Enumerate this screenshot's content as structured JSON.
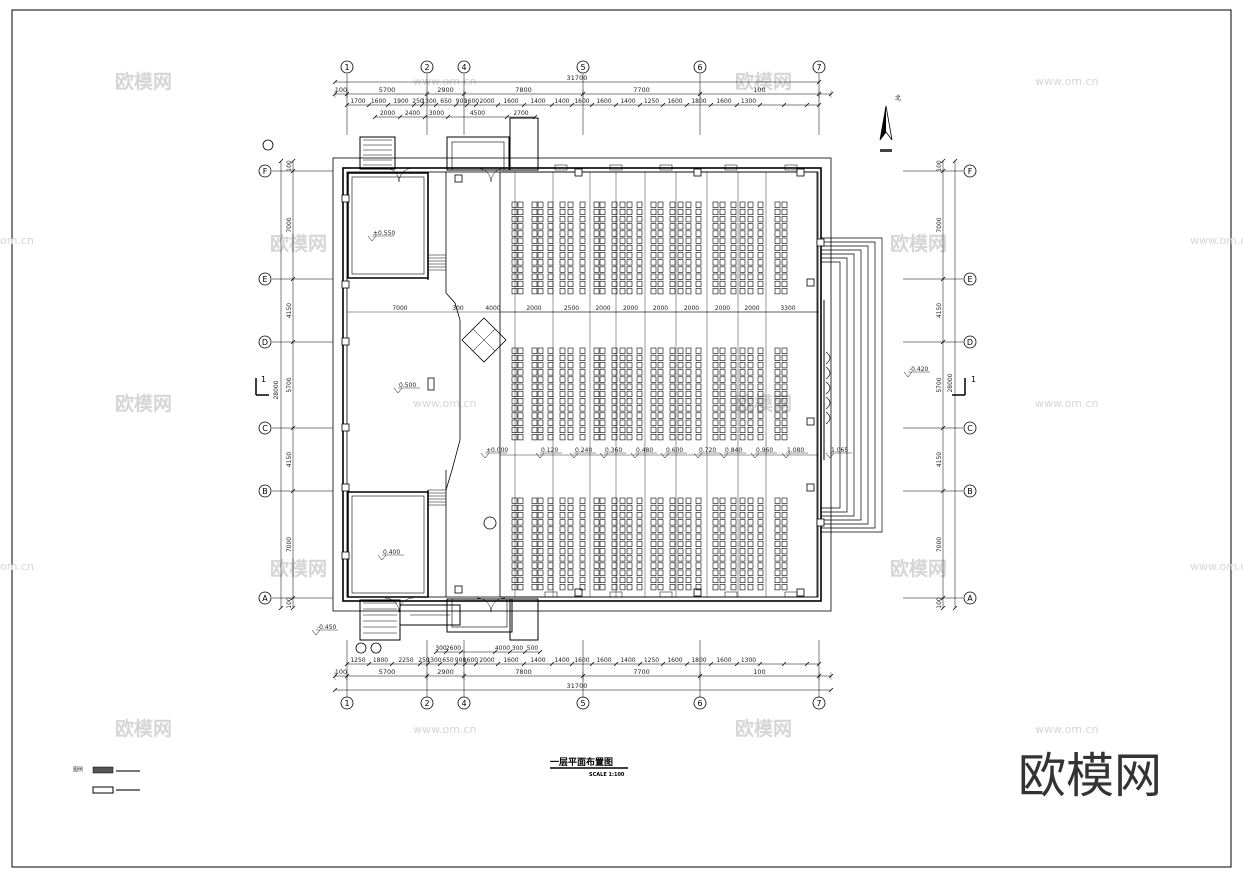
{
  "drawing": {
    "title": "一层平面布置图",
    "scale": "SCALE 1:100",
    "logo": "欧模网",
    "watermark_text": "欧模网",
    "watermark_url": "www.om.cn",
    "watermark_url_cut": "om.cn"
  },
  "axes": {
    "columns": [
      "1",
      "2",
      "4",
      "5",
      "6",
      "7"
    ],
    "rows": [
      "F",
      "E",
      "D",
      "C",
      "B",
      "A"
    ],
    "section_mark": "1"
  },
  "dimensions": {
    "total": "31700",
    "top_segments": [
      "100",
      "5700",
      "2900",
      "7800",
      "7700",
      "100"
    ],
    "top_detail": [
      "1700",
      "1600",
      "1900",
      "250",
      "1300",
      "650",
      "900",
      "1600",
      "2000",
      "1600",
      "1400",
      "1400",
      "1600",
      "1600",
      "1400",
      "1250",
      "1600",
      "1800",
      "1600",
      "1300"
    ],
    "top_sub": [
      "2000",
      "2400",
      "3000",
      "4500",
      "2700"
    ],
    "bottom_segments": [
      "100",
      "5700",
      "2900",
      "7800",
      "7700",
      "100"
    ],
    "bottom_detail": [
      "1250",
      "1800",
      "2250",
      "250",
      "1300",
      "650",
      "900",
      "1600",
      "2000",
      "1600",
      "1400",
      "1400",
      "1600",
      "1600",
      "1400",
      "1250",
      "1600",
      "1800",
      "1600",
      "1300"
    ],
    "bottom_sub": [
      "300",
      "2600",
      "4000",
      "300",
      "500"
    ],
    "left_segments": [
      "7000",
      "4150",
      "5700",
      "4150",
      "7000"
    ],
    "left_total": "28000",
    "right_total": "28000",
    "hall_widths": [
      "2000",
      "2500",
      "2000",
      "2000",
      "2000",
      "2000",
      "2000",
      "2000",
      "3300"
    ],
    "lobby_widths": [
      "7000",
      "300",
      "4000"
    ]
  },
  "levels": [
    "±0.550",
    "0.500",
    "±0.000",
    "0.120",
    "0.240",
    "0.360",
    "0.480",
    "0.600",
    "0.720",
    "0.840",
    "0.960",
    "1.080",
    "1.065",
    "-0.420",
    "-0.450",
    "0.400"
  ],
  "north_label": "北",
  "legend": {
    "prefix": "图例"
  }
}
